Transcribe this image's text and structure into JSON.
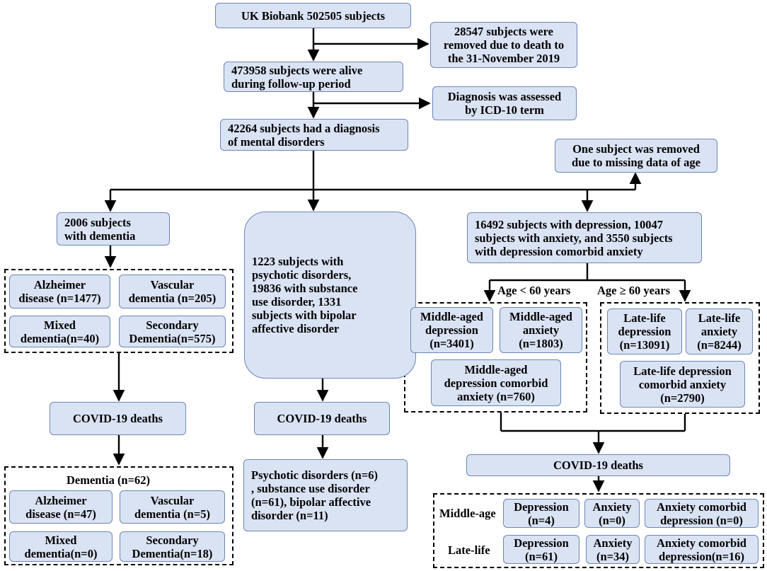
{
  "boxes": {
    "biobank": "UK Biobank 502505 subjects",
    "removed_death": "28547 subjects were\nremoved due to death to\nthe 31-November 2019",
    "alive": "473958 subjects were alive\nduring follow-up period",
    "diagnosis_icd": "Diagnosis was assessed\nby ICD-10 term",
    "mental": "42264 subjects had a diagnosis\nof mental disorders",
    "removed_age": "One subject was removed\ndue to missing data of age",
    "dementia": "2006 subjects\nwith dementia",
    "psychotic": "1223 subjects with\npsychotic disorders,\n19836 with substance\nuse disorder, 1331\nsubjects with bipolar\naffective disorder",
    "depression": "16492 subjects with depression, 10047\nsubjects with anxiety, and 3550 subjects\nwith depression comorbid anxiety",
    "alzheimer": "Alzheimer\ndisease (n=1477)",
    "vascular": "Vascular\ndementia (n=205)",
    "mixed": "Mixed\ndementia(n=40)",
    "secondary": "Secondary\nDementia(n=575)",
    "mid_dep": "Middle-aged\ndepression\n(n=3401)",
    "mid_anx": "Middle-aged\nanxiety\n(n=1803)",
    "mid_comorbid": "Middle-aged\ndepression comorbid\nanxiety (n=760)",
    "late_dep": "Late-life\ndepression\n(n=13091)",
    "late_anx": "Late-life\nanxiety\n(n=8244)",
    "late_comorbid": "Late-life depression\ncomorbid anxiety\n(n=2790)",
    "covid_left": "COVID-19 deaths",
    "covid_mid": "COVID-19 deaths",
    "covid_right": "COVID-19 deaths",
    "res_alz": "Alzheimer\ndisease (n=47)",
    "res_vas": "Vascular\ndementia (n=5)",
    "res_mix": "Mixed\ndementia(n=0)",
    "res_sec": "Secondary\nDementia(n=18)",
    "res_psych": "Psychotic disorders (n=6)\n, substance use disorder\n(n=61), bipolar affective\ndisorder (n=11)",
    "res_mid_dep": "Depression\n(n=4)",
    "res_mid_anx": "Anxiety\n(n=0)",
    "res_mid_com": "Anxiety  comorbid\ndepression (n=0)",
    "res_late_dep": "Depression\n(n=61)",
    "res_late_anx": "Anxiety\n(n=34)",
    "res_late_com": "Anxiety  comorbid\ndepression(n=16)"
  },
  "labels": {
    "age_under": "Age < 60 years",
    "age_over": "Age ≥ 60 years",
    "dementia_group": "Dementia (n=62)",
    "middle_age": "Middle-age",
    "late_life": "Late-life"
  }
}
